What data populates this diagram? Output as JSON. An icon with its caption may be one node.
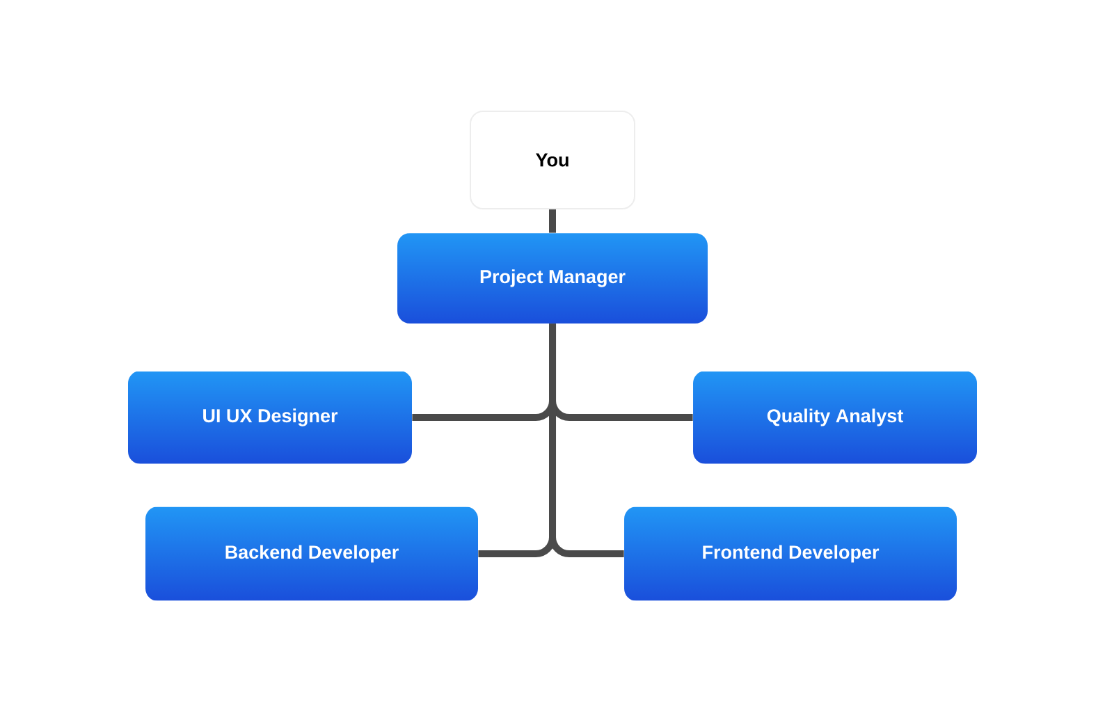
{
  "diagram": {
    "nodes": [
      {
        "text": [
          "You"
        ]
      },
      {
        "text": [
          "Project Manager"
        ]
      },
      {
        "text": [
          "UI UX Designer"
        ]
      },
      {
        "text": [
          "Quality Analyst"
        ]
      },
      {
        "text": [
          "Backend Developer"
        ]
      },
      {
        "text": [
          "Frontend Developer"
        ]
      }
    ],
    "edges": [
      {
        "from": 0,
        "to": 1,
        "arrow": "none"
      },
      {
        "from": 1,
        "to": 2,
        "arrow": "none"
      },
      {
        "from": 1,
        "to": 3,
        "arrow": "none"
      },
      {
        "from": 1,
        "to": 4,
        "arrow": "none"
      },
      {
        "from": 1,
        "to": 5,
        "arrow": "none"
      }
    ]
  }
}
